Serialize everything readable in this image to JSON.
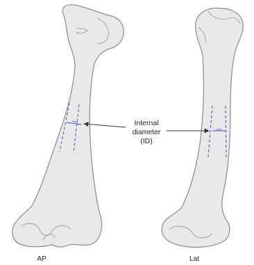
{
  "annotation": {
    "line1": "Internal",
    "line2": "diameter",
    "line3": "(ID)"
  },
  "views": {
    "ap_label": "AP",
    "lat_label": "Lat"
  },
  "colors": {
    "bone_fill": "#e9e9e9",
    "bone_stroke": "#8a8a8a",
    "measure_dash": "#3a4fb0",
    "arrow": "#333333"
  }
}
